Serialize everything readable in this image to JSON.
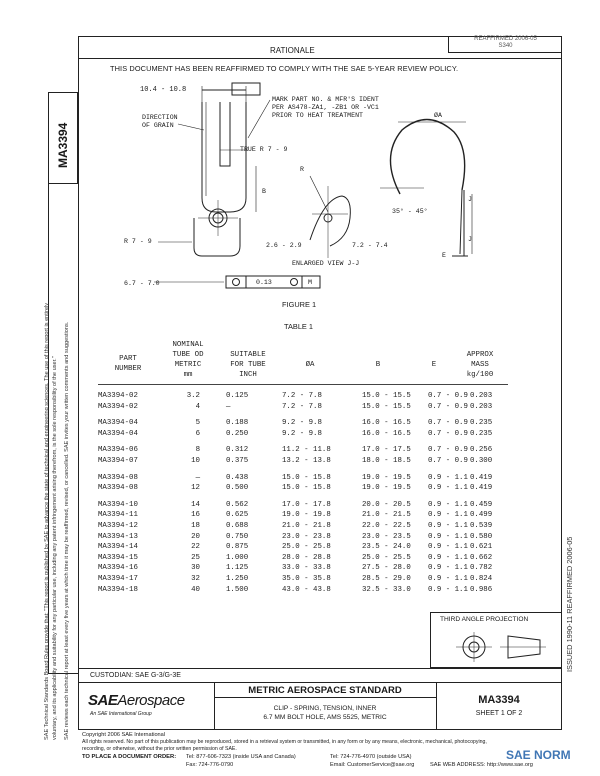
{
  "header": {
    "right_box_line1": "REAFFIRMED 2006-05",
    "right_box_line2": "S340",
    "rationale_label": "RATIONALE",
    "rationale_text": "THIS DOCUMENT HAS BEEN REAFFIRMED TO COMPLY WITH THE SAE 5-YEAR REVIEW POLICY."
  },
  "side": {
    "doc_number": "MA3394",
    "disclaimer_1": "SAE Technical Standards Board Rules provide that: \"This report is published by SAE to advance the state of technical and engineering sciences. The use of this report is entirely",
    "disclaimer_2": "voluntary, and its applicability and suitability for any particular use, including any patent infringement arising therefrom, is the sole responsibility of the user.\"",
    "disclaimer_3": "SAE reviews each technical report at least every five years at which time it may be reaffirmed, revised, or cancelled. SAE invites your written comments and suggestions.",
    "right_vertical": "ISSUED 1990-11      REAFFIRMED 2006-05"
  },
  "drawing": {
    "dim_top": "10.4 - 10.8",
    "dir_grain_1": "DIRECTION",
    "dir_grain_2": "OF GRAIN",
    "true_r": "TRUE R 7 - 9",
    "mark_1": "MARK PART NO. & MFR'S IDENT",
    "mark_2": "PER AS478-ZA1, -ZB1 OR -VC1",
    "mark_3": "PRIOR TO HEAT TREATMENT",
    "label_b": "B",
    "label_r": "R",
    "label_phi_a": "ØA",
    "label_r79": "R 7 - 9",
    "label_26": "2.6 - 2.9",
    "label_72": "7.2 - 7.4",
    "enlarged": "ENLARGED VIEW J-J",
    "label_67": "6.7 - 7.0",
    "label_angle": "35° - 45°",
    "label_j1": "J",
    "label_j2": "J",
    "label_e": "E",
    "fcf_value": "0.13",
    "fcf_m": "M",
    "figure": "FIGURE 1",
    "table_title": "TABLE 1"
  },
  "table": {
    "headers": [
      "PART\nNUMBER",
      "NOMINAL\nTUBE OD\nMETRIC\nmm",
      "SUITABLE\nFOR TUBE\nINCH",
      "ØA",
      "B",
      "E",
      "APPROX\nMASS\nkg/100"
    ],
    "groups": [
      [
        [
          "MA3394-02",
          "3.2",
          "0.125",
          "7.2 - 7.8",
          "15.0 - 15.5",
          "0.7 - 0.9",
          "0.203"
        ],
        [
          "MA3394-02",
          "4",
          "—",
          "7.2 - 7.8",
          "15.0 - 15.5",
          "0.7 - 0.9",
          "0.203"
        ]
      ],
      [
        [
          "MA3394-04",
          "5",
          "0.188",
          "9.2 - 9.8",
          "16.0 - 16.5",
          "0.7 - 0.9",
          "0.235"
        ],
        [
          "MA3394-04",
          "6",
          "0.250",
          "9.2 - 9.8",
          "16.0 - 16.5",
          "0.7 - 0.9",
          "0.235"
        ]
      ],
      [
        [
          "MA3394-06",
          "8",
          "0.312",
          "11.2 - 11.8",
          "17.0 - 17.5",
          "0.7 - 0.9",
          "0.256"
        ],
        [
          "MA3394-07",
          "10",
          "0.375",
          "13.2 - 13.8",
          "18.0 - 18.5",
          "0.7 - 0.9",
          "0.300"
        ]
      ],
      [
        [
          "MA3394-08",
          "—",
          "0.438",
          "15.0 - 15.8",
          "19.0 - 19.5",
          "0.9 - 1.1",
          "0.419"
        ],
        [
          "MA3394-08",
          "12",
          "0.500",
          "15.0 - 15.8",
          "19.0 - 19.5",
          "0.9 - 1.1",
          "0.419"
        ]
      ],
      [
        [
          "MA3394-10",
          "14",
          "0.562",
          "17.0 - 17.8",
          "20.0 - 20.5",
          "0.9 - 1.1",
          "0.459"
        ],
        [
          "MA3394-11",
          "16",
          "0.625",
          "19.0 - 19.8",
          "21.0 - 21.5",
          "0.9 - 1.1",
          "0.499"
        ],
        [
          "MA3394-12",
          "18",
          "0.688",
          "21.0 - 21.8",
          "22.0 - 22.5",
          "0.9 - 1.1",
          "0.539"
        ],
        [
          "MA3394-13",
          "20",
          "0.750",
          "23.0 - 23.8",
          "23.0 - 23.5",
          "0.9 - 1.1",
          "0.580"
        ],
        [
          "MA3394-14",
          "22",
          "0.875",
          "25.0 - 25.8",
          "23.5 - 24.0",
          "0.9 - 1.1",
          "0.621"
        ],
        [
          "MA3394-15",
          "25",
          "1.000",
          "28.0 - 28.8",
          "25.0 - 25.5",
          "0.9 - 1.1",
          "0.662"
        ],
        [
          "MA3394-16",
          "30",
          "1.125",
          "33.0 - 33.8",
          "27.5 - 28.0",
          "0.9 - 1.1",
          "0.782"
        ],
        [
          "MA3394-17",
          "32",
          "1.250",
          "35.0 - 35.8",
          "28.5 - 29.0",
          "0.9 - 1.1",
          "0.824"
        ],
        [
          "MA3394-18",
          "40",
          "1.500",
          "43.0 - 43.8",
          "32.5 - 33.0",
          "0.9 - 1.1",
          "0.986"
        ]
      ]
    ]
  },
  "projection": {
    "label": "THIRD ANGLE PROJECTION"
  },
  "titleblock": {
    "custodian": "CUSTODIAN:  SAE G-3/G-3E",
    "sae": "SAE",
    "aerospace": "Aerospace",
    "tagline": "An SAE International Group",
    "standard": "METRIC AEROSPACE STANDARD",
    "title_1": "CLIP - SPRING, TENSION, INNER",
    "title_2": "6.7 MM BOLT HOLE, AMS 5525, METRIC",
    "doc_no": "MA3394",
    "sheet": "SHEET 1 OF 2"
  },
  "footer": {
    "copyright": "Copyright 2006 SAE International",
    "rights_1": "All rights reserved. No part of this publication may be reproduced, stored in a retrieval system or transmitted, in any form or by any means, electronic, mechanical, photocopying,",
    "rights_2": "recording, or otherwise, without the prior written permission of SAE.",
    "order_label": "TO PLACE A DOCUMENT ORDER:",
    "tel_1": "Tel:  877-606-7323 (inside USA and Canada)",
    "fax": "Fax:  724-776-0790",
    "tel_2": "Tel:  724-776-4970 (outside USA)",
    "email": "Email:  CustomerService@sae.org",
    "web": "SAE WEB ADDRESS:  http://www.sae.org",
    "watermark": "SAE NORM"
  }
}
